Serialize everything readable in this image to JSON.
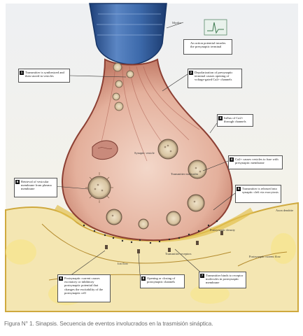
{
  "callouts": [
    {
      "num": "",
      "text": "An action potential invades the presynaptic terminal"
    },
    {
      "num": "1",
      "text": "Transmitter is synthesized and then stored in vesicles"
    },
    {
      "num": "2",
      "text": "Depolarization of presynaptic terminal causes opening of voltage-gated Ca2+ channels"
    },
    {
      "num": "3",
      "text": "Influx of Ca2+ through channels"
    },
    {
      "num": "4",
      "text": "Ca2+ causes vesicles to fuse with presynaptic membrane"
    },
    {
      "num": "5",
      "text": "Transmitter is released into synaptic cleft via exocytosis"
    },
    {
      "num": "6",
      "text": "Retrieval of vesicular membrane from plasma membrane"
    },
    {
      "num": "7",
      "text": "Transmitter binds to receptor molecules in postsynaptic membrane"
    },
    {
      "num": "8",
      "text": "Opening or closing of postsynaptic channels"
    },
    {
      "num": "9",
      "text": "Postsynaptic current causes excitatory or inhibitory postsynaptic potential that changes the excitability of the postsynaptic cell"
    }
  ],
  "labels": {
    "myelin": "Myelin",
    "synaptic_vesicle": "Synaptic vesicle",
    "transmitter_molecules": "Transmitter molecules",
    "postsynaptic_density": "Postsynaptic density",
    "transmitter_receptors": "Transmitter receptors",
    "ion_flow": "Ion flow",
    "postsynaptic_current_flow": "Postsynaptic current flow",
    "axon_dendrite": "Axon dendrite"
  },
  "caption": "Figura N° 1. Sinapsis. Secuencia de eventos involucrados en la trasmisión sináptica.",
  "colors": {
    "terminal_fill": "#e7b8a6",
    "terminal_edge": "#9c4a3d",
    "axon_blue": "#2c5fa0",
    "postsynaptic_yellow": "#f3e3a3",
    "cleft_yellow": "#e8c95a",
    "background": "#ffffff"
  }
}
